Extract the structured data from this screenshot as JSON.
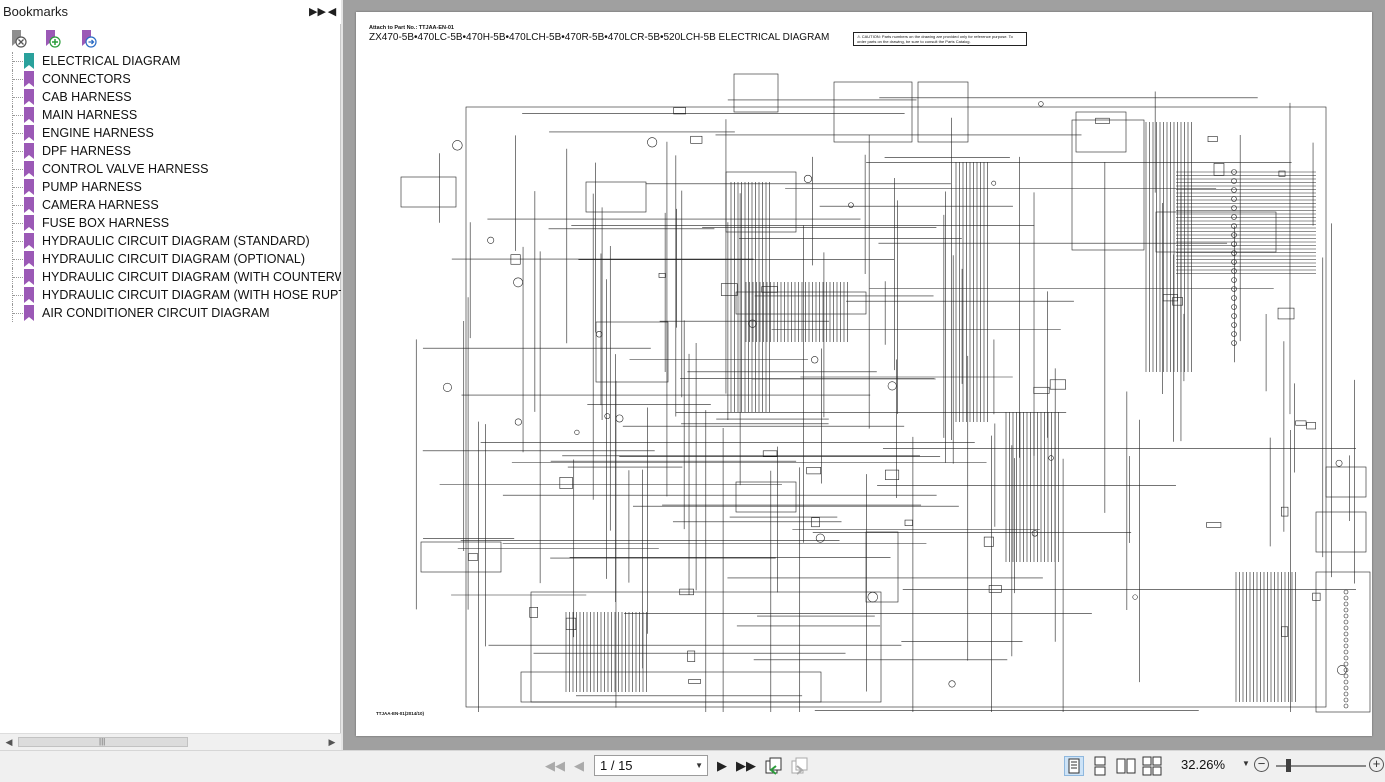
{
  "bookmarks": {
    "title": "Bookmarks",
    "items": [
      {
        "label": "ELECTRICAL DIAGRAM",
        "active": true
      },
      {
        "label": "CONNECTORS"
      },
      {
        "label": "CAB HARNESS"
      },
      {
        "label": "MAIN HARNESS"
      },
      {
        "label": "ENGINE HARNESS"
      },
      {
        "label": "DPF HARNESS"
      },
      {
        "label": "CONTROL VALVE HARNESS"
      },
      {
        "label": "PUMP HARNESS"
      },
      {
        "label": "CAMERA HARNESS"
      },
      {
        "label": "FUSE BOX HARNESS"
      },
      {
        "label": "HYDRAULIC CIRCUIT DIAGRAM (STANDARD)"
      },
      {
        "label": "HYDRAULIC CIRCUIT DIAGRAM (OPTIONAL)"
      },
      {
        "label": "HYDRAULIC CIRCUIT DIAGRAM (WITH COUNTERWEIG"
      },
      {
        "label": "HYDRAULIC CIRCUIT DIAGRAM (WITH HOSE RUPTURE"
      },
      {
        "label": "AIR CONDITIONER CIRCUIT DIAGRAM"
      }
    ]
  },
  "document": {
    "attach_no": "Attach to Part No.: TTJAA-EN-01",
    "title": "ZX470-5B•470LC-5B•470H-5B•470LCH-5B•470R-5B•470LCR-5B•520LCH-5B ELECTRICAL DIAGRAM",
    "caution": "⚠ CAUTION: Parts numbers on the drawing are provided only for reference purpose. To order parts on the drawing, be sure to consult the Parts Catalog.",
    "footer_code": "TTJAA-EN-01(2014/10)"
  },
  "navigation": {
    "page_display": "1 / 15",
    "zoom": "32.26%"
  },
  "colors": {
    "bookmark_active": "#2aa19c",
    "bookmark_default": "#9b59b6",
    "view_background": "#a0a0a0"
  }
}
